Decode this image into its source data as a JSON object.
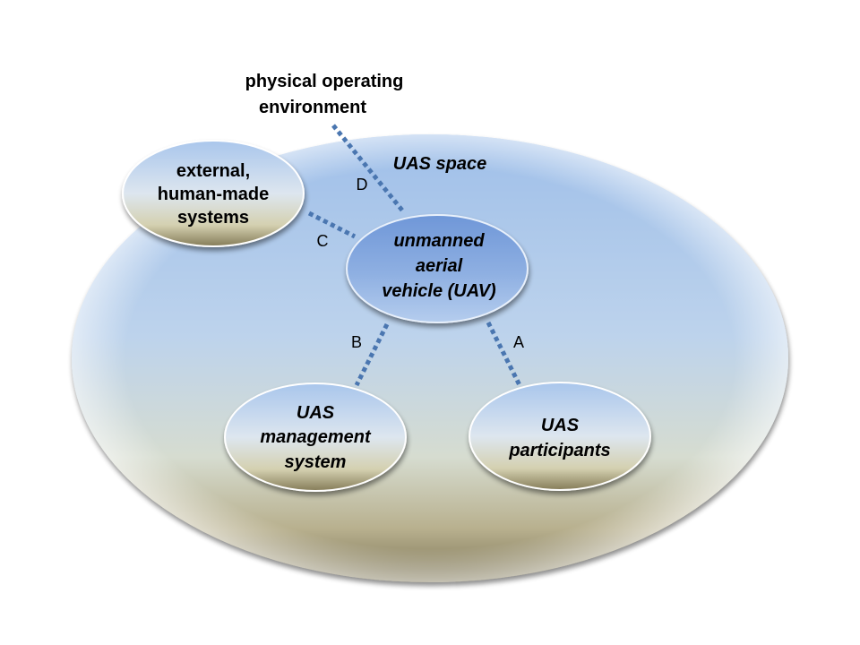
{
  "environment": {
    "line1": "physical operating",
    "line2": "environment"
  },
  "uas_space": {
    "label": "UAS space"
  },
  "nodes": {
    "external": {
      "line1": "external,",
      "line2": "human-made",
      "line3": "systems"
    },
    "uav": {
      "line1": "unmanned",
      "line2": "aerial",
      "line3": "vehicle (UAV)"
    },
    "management": {
      "line1": "UAS",
      "line2": "management",
      "line3": "system"
    },
    "participants": {
      "line1": "UAS",
      "line2": "participants"
    }
  },
  "edges": {
    "a": "A",
    "b": "B",
    "c": "C",
    "d": "D"
  },
  "colors": {
    "bubble_top": "#a6c4ea",
    "bubble_bottom": "#7e7656",
    "uav_fill": "#7ea3df",
    "dashed_line": "#4a76b0"
  }
}
